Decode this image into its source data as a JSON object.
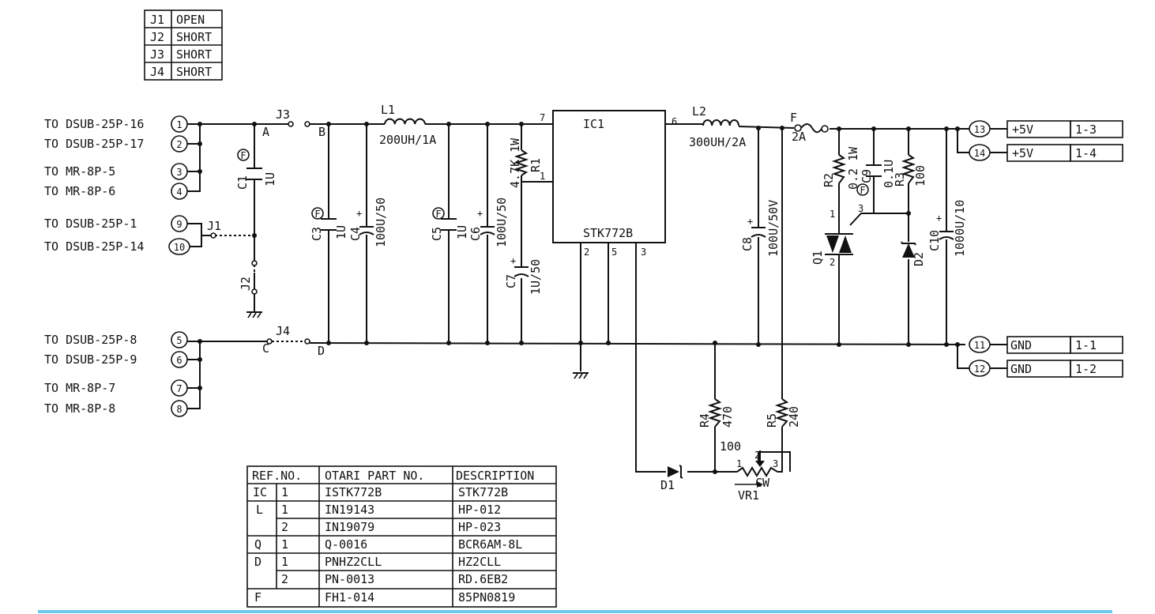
{
  "jumper_table": [
    {
      "ref": "J1",
      "state": "OPEN"
    },
    {
      "ref": "J2",
      "state": "SHORT"
    },
    {
      "ref": "J3",
      "state": "SHORT"
    },
    {
      "ref": "J4",
      "state": "SHORT"
    }
  ],
  "inputs": [
    {
      "label": "TO DSUB-25P-16",
      "pin": "1"
    },
    {
      "label": "TO DSUB-25P-17",
      "pin": "2"
    },
    {
      "label": "TO MR-8P-5",
      "pin": "3"
    },
    {
      "label": "TO MR-8P-6",
      "pin": "4"
    },
    {
      "label": "TO DSUB-25P-1",
      "pin": "9"
    },
    {
      "label": "TO DSUB-25P-14",
      "pin": "10"
    },
    {
      "label": "TO DSUB-25P-8",
      "pin": "5"
    },
    {
      "label": "TO DSUB-25P-9",
      "pin": "6"
    },
    {
      "label": "TO MR-8P-7",
      "pin": "7"
    },
    {
      "label": "TO MR-8P-8",
      "pin": "8"
    }
  ],
  "outputs": [
    {
      "pin": "13",
      "signal": "+5V",
      "dest": "1-3"
    },
    {
      "pin": "14",
      "signal": "+5V",
      "dest": "1-4"
    },
    {
      "pin": "11",
      "signal": "GND",
      "dest": "1-1"
    },
    {
      "pin": "12",
      "signal": "GND",
      "dest": "1-2"
    }
  ],
  "jumpers": {
    "j1": "J1",
    "j2": "J2",
    "j3": "J3",
    "j4": "J4",
    "a": "A",
    "b": "B",
    "c": "C",
    "d": "D"
  },
  "components": {
    "c1": {
      "ref": "C1",
      "value": "1U"
    },
    "c3": {
      "ref": "C3",
      "value": "1U"
    },
    "c4": {
      "ref": "C4",
      "value": "100U/50"
    },
    "l1": {
      "ref": "L1",
      "value": "200UH/1A"
    },
    "c5": {
      "ref": "C5",
      "value": "1U"
    },
    "c6": {
      "ref": "C6",
      "value": "100U/50"
    },
    "r1": {
      "ref": "R1",
      "value": "4.7K 1W"
    },
    "c7": {
      "ref": "C7",
      "value": "1U/50"
    },
    "ic1": {
      "ref": "IC1",
      "part": "STK772B",
      "pin1": "1",
      "pin2": "2",
      "pin3": "3",
      "pin5": "5",
      "pin6": "6",
      "pin7": "7"
    },
    "l2": {
      "ref": "L2",
      "value": "300UH/2A"
    },
    "f": {
      "ref": "F",
      "value": "2A"
    },
    "c8": {
      "ref": "C8",
      "value": "100U/50V"
    },
    "r2": {
      "ref": "R2",
      "value": "0.2 1W"
    },
    "c9": {
      "ref": "C9",
      "value": "0.1U"
    },
    "r3": {
      "ref": "R3",
      "value": "100"
    },
    "q1": {
      "ref": "Q1",
      "pin1": "1",
      "pin2": "2",
      "pin3": "3"
    },
    "d2": {
      "ref": "D2"
    },
    "c10": {
      "ref": "C10",
      "value": "1000U/10"
    },
    "r4": {
      "ref": "R4",
      "value": "470"
    },
    "r5": {
      "ref": "R5",
      "value": "240"
    },
    "d1": {
      "ref": "D1"
    },
    "vr1": {
      "ref": "VR1",
      "value": "100",
      "cw": "CW",
      "pin1": "1",
      "pin2": "2",
      "pin3": "3"
    }
  },
  "polarity_mark": "+",
  "film_mark": "F",
  "parts_table": {
    "headers": [
      "REF.NO.",
      "OTARI PART NO.",
      "DESCRIPTION"
    ],
    "rows": [
      {
        "ref": "IC",
        "no": "1",
        "part": "ISTK772B",
        "desc": "STK772B"
      },
      {
        "ref": "L",
        "no": "1",
        "part": "IN19143",
        "desc": "HP-012"
      },
      {
        "ref": "",
        "no": "2",
        "part": "IN19079",
        "desc": "HP-023"
      },
      {
        "ref": "Q",
        "no": "1",
        "part": "Q-0016",
        "desc": "BCR6AM-8L"
      },
      {
        "ref": "D",
        "no": "1",
        "part": "PNHZ2CLL",
        "desc": "HZ2CLL"
      },
      {
        "ref": "",
        "no": "2",
        "part": "PN-0013",
        "desc": "RD.6EB2"
      },
      {
        "ref": "F",
        "no": "",
        "part": "FH1-014",
        "desc": "85PN0819"
      }
    ]
  }
}
